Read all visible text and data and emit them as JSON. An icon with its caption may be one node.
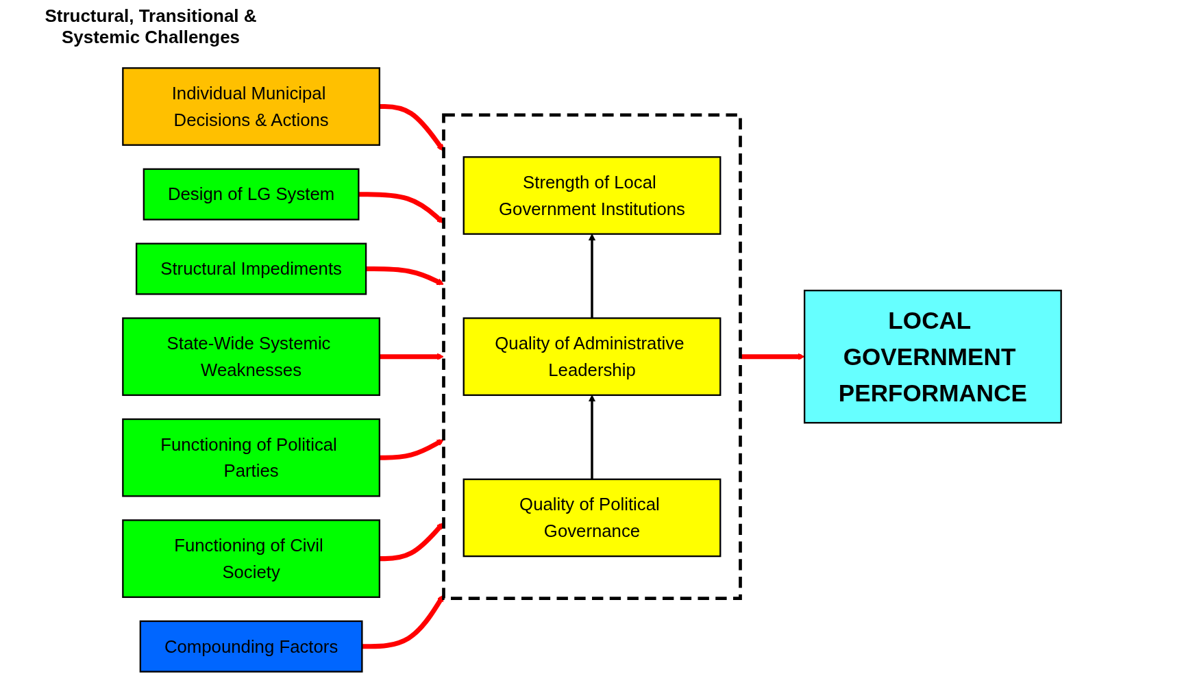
{
  "diagram": {
    "nodes": [
      {
        "text": [
          "Individual Municipal Decisions & Actions"
        ]
      },
      {
        "text": [
          "Design of LG System"
        ]
      },
      {
        "text": [
          "Structural Impediments"
        ]
      },
      {
        "text": [
          "State-Wide Systemic Weaknesses"
        ]
      },
      {
        "text": [
          "Functioning of Political Parties"
        ]
      },
      {
        "text": [
          "Functioning of Civil Society"
        ]
      },
      {
        "text": [],
        "shape": "box"
      },
      {
        "text": [
          "Strength of Local Government Institutions"
        ],
        "in": 6
      },
      {
        "text": [
          "Quality of Administrative Leadership"
        ],
        "in": 6
      },
      {
        "text": [
          "Quality of Political Governance"
        ],
        "in": 6
      },
      {
        "text": [
          "LOCAL GOVERNMENT PERFORMANCE"
        ]
      },
      {
        "text": [
          "Compounding Factors"
        ]
      }
    ],
    "edges": [
      {
        "from": 0,
        "to": 6,
        "arrow": "to"
      },
      {
        "from": 1,
        "to": 6,
        "arrow": "to"
      },
      {
        "from": 2,
        "to": 6,
        "arrow": "to"
      },
      {
        "from": 3,
        "to": 6,
        "arrow": "to"
      },
      {
        "from": 4,
        "to": 6,
        "arrow": "to"
      },
      {
        "from": 5,
        "to": 6,
        "arrow": "to"
      },
      {
        "from": 9,
        "to": 8,
        "arrow": "to",
        "color": "#000000"
      },
      {
        "from": 8,
        "to": 7,
        "arrow": "to",
        "color": "#000000"
      },
      {
        "from": 6,
        "to": 10,
        "arrow": "to"
      },
      {
        "from": 11,
        "to": 6,
        "arrow": "to"
      }
    ],
    "labels": [
      "Structural, Transitional & Systemic Challenges"
    ]
  }
}
